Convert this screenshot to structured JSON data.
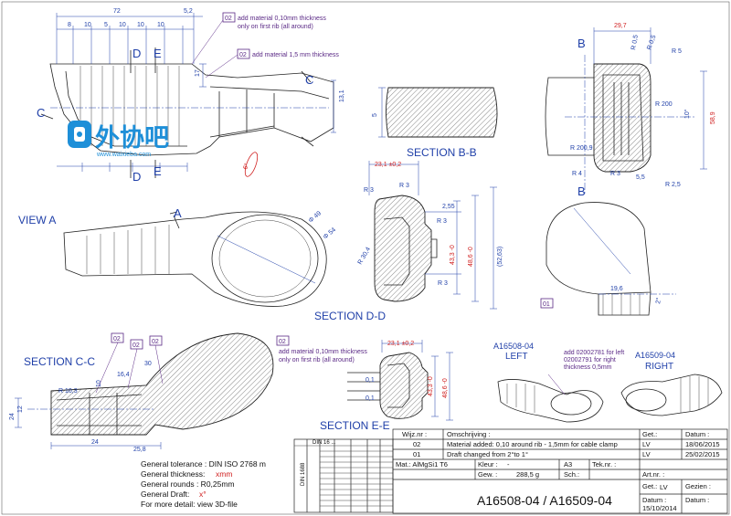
{
  "views": {
    "view_a": "VIEW A",
    "arrow_a": "A",
    "section_bb": "SECTION B-B",
    "section_dd": "SECTION D-D",
    "section_cc": "SECTION C-C",
    "section_ee": "SECTION E-E",
    "mark_b": "B",
    "mark_c": "C",
    "mark_d": "D",
    "mark_e": "E"
  },
  "labels": {
    "left": "A16508-04\nLEFT",
    "left_code": "A16508-04",
    "left_word": "LEFT",
    "right_code": "A16509-04",
    "right_word": "RIGHT"
  },
  "notes": {
    "n1_tag": "02",
    "n1_line1": "add material 0,10mm thickness",
    "n1_line2": "only on first rib (all around)",
    "n2_tag": "02",
    "n2_text": "add material 1,5 mm thickness",
    "n3_line1": "add material 0,10mm thickness",
    "n3_line2": "only on first rib (all around)",
    "n4_line1": "add 02002781 for left",
    "n4_line2": "02002791 for right",
    "n4_line3": "thickness 0,5mm",
    "tag_02": "02",
    "tag_01": "01"
  },
  "dims": {
    "d72": "72",
    "d52": "5,2",
    "d8": "8",
    "d10a": "10",
    "d5": "5",
    "d10b": "10",
    "d10c": "10",
    "d10d": "10",
    "d17": "17",
    "d131": "13,1",
    "d6deg": "6°",
    "d297": "29,7",
    "r05": "R 0,5",
    "r5": "R 5",
    "r200": "R 200",
    "r2009": "R 200,9",
    "d10deg": "10°",
    "d589": "58,9",
    "r4": "R 4",
    "r3": "R 3",
    "d55": "5,5",
    "r25": "R 2,5",
    "d231": "23,1 ±0,2",
    "r3b": "R 3",
    "d255": "2,55",
    "d433": "43,3 -0",
    "d486": "48,6 -0",
    "d5263": "(52,63)",
    "r304": "R 30,4",
    "phi49": "Φ 49",
    "phi54": "Φ 54",
    "d196": "19,6",
    "d2deg": "2°",
    "r103": "R 10,3",
    "d164": "16,4",
    "d30": "30",
    "d24": "24",
    "d258": "25,8",
    "d12": "12",
    "d231b": "23,1 ±0,2",
    "d01": "0,1"
  },
  "general": {
    "tolerance": "General tolerance : DIN ISO 2768 m",
    "thickness_label": "General thickness:",
    "thickness_value": "xmm",
    "rounds": "General rounds : R0,25mm",
    "draft_label": "General Draft:",
    "draft_value": "x°",
    "detail": "For more detail: view 3D-file"
  },
  "watermark": {
    "main": "外协吧",
    "sub": "www.waixieba.com"
  },
  "title_block": {
    "wijz_header": "Wijz.nr :",
    "omsch_header": "Omschrijving :",
    "get_header": "Get.:",
    "datum_header": "Datum :",
    "rows": [
      {
        "nr": "02",
        "desc": "Material added: 0,10 around rib - 1,5mm for cable clamp",
        "by": "LV",
        "date": "18/06/2015"
      },
      {
        "nr": "01",
        "desc": "Draft changed from 2°to 1°",
        "by": "LV",
        "date": "25/02/2015"
      }
    ],
    "material": "Mat.: AlMgSi1  T6",
    "kleur_label": "Kleur :",
    "kleur_value": "-",
    "format": "A3",
    "tek_label": "Tek.nr. :",
    "gew_label": "Gew. :",
    "gew_value": "288,5 g",
    "sch_label": "Sch.:",
    "artnr_label": "Art.nr. :",
    "drawing_number": "A16508-04 / A16509-04",
    "get_label": "Get.:",
    "get_value": "LV",
    "gezien_label": "Gezien :",
    "datum_label": "Datum :",
    "datum_value": "15/10/2014",
    "datum2_label": "Datum :"
  },
  "tolerance_table": {
    "header": "DIN 16 ...",
    "side": "DIN 1688"
  }
}
